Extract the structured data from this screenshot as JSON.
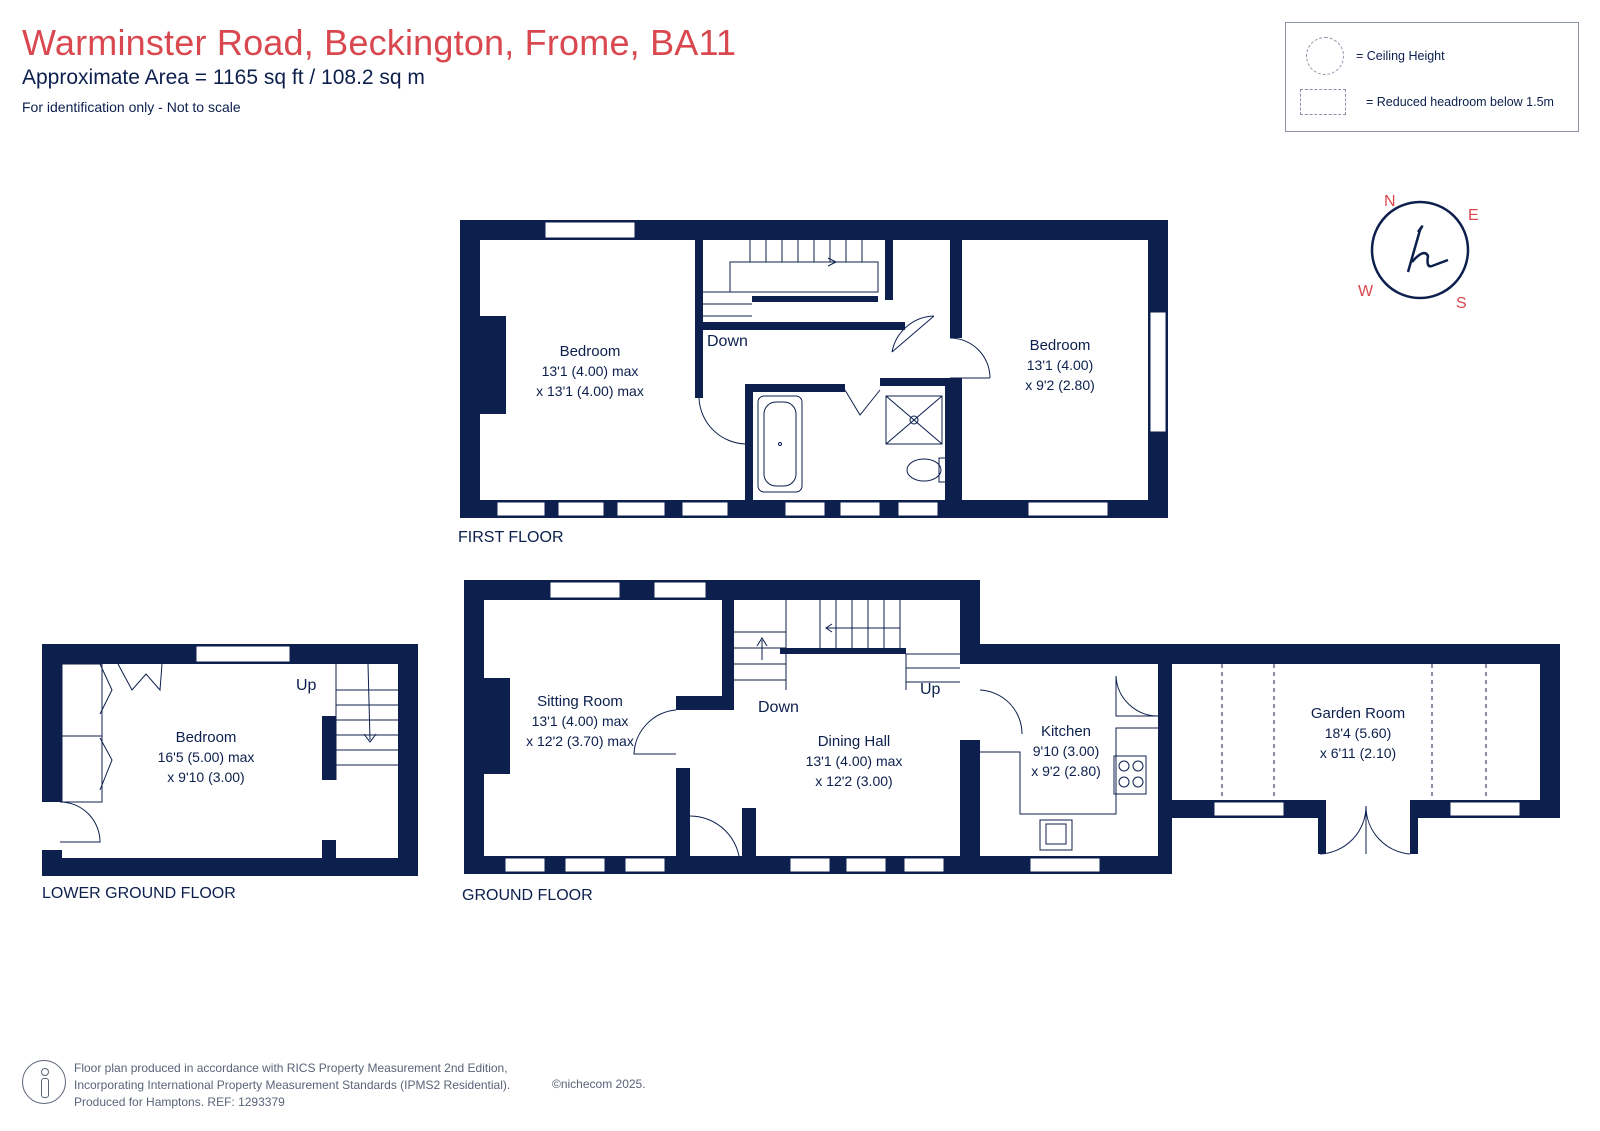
{
  "header": {
    "title": "Warminster Road, Beckington, Frome, BA11",
    "area": "Approximate Area = 1165 sq ft / 108.2 sq m",
    "identification": "For identification only - Not to scale"
  },
  "legend": {
    "ceiling_height_label": "= Ceiling Height",
    "reduced_headroom_label": "= Reduced headroom below 1.5m"
  },
  "compass": {
    "n": "N",
    "e": "E",
    "s": "S",
    "w": "W"
  },
  "floors": {
    "first": {
      "label": "FIRST FLOOR",
      "bedroom1": {
        "name": "Bedroom",
        "dim1": "13'1 (4.00) max",
        "dim2": "x 13'1 (4.00) max"
      },
      "bedroom2": {
        "name": "Bedroom",
        "dim1": "13'1 (4.00)",
        "dim2": "x 9'2 (2.80)"
      },
      "stairs_label": "Down"
    },
    "lower_ground": {
      "label": "LOWER GROUND FLOOR",
      "bedroom": {
        "name": "Bedroom",
        "dim1": "16'5 (5.00) max",
        "dim2": "x 9'10 (3.00)"
      },
      "stairs_label": "Up"
    },
    "ground": {
      "label": "GROUND FLOOR",
      "sitting": {
        "name": "Sitting Room",
        "dim1": "13'1 (4.00) max",
        "dim2": "x 12'2 (3.70) max"
      },
      "dining": {
        "name": "Dining Hall",
        "dim1": "13'1 (4.00) max",
        "dim2": "x 12'2 (3.00)"
      },
      "kitchen": {
        "name": "Kitchen",
        "dim1": "9'10 (3.00)",
        "dim2": "x 9'2 (2.80)"
      },
      "garden": {
        "name": "Garden Room",
        "dim1": "18'4 (5.60)",
        "dim2": "x 6'11 (2.10)"
      },
      "down_label": "Down",
      "up_label": "Up"
    }
  },
  "footer": {
    "line1": "Floor plan produced in accordance with RICS Property Measurement 2nd Edition,",
    "line2": "Incorporating International Property Measurement Standards (IPMS2 Residential).",
    "line3": "Produced for Hamptons.  REF:  1293379",
    "copyright": "©nichecom 2025."
  },
  "colors": {
    "wall": "#0c1f4d",
    "accent": "#d9474f"
  }
}
